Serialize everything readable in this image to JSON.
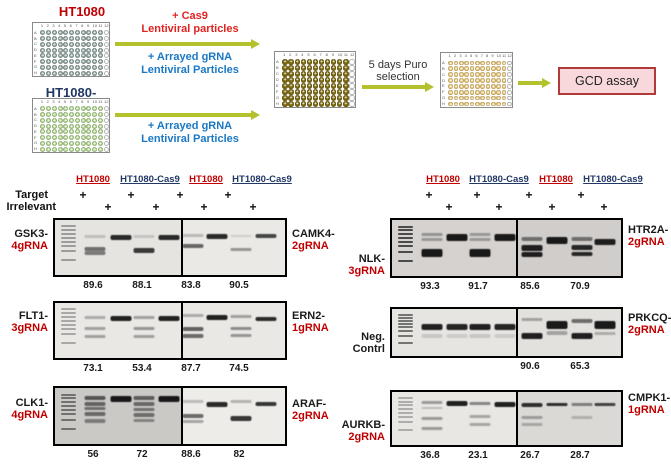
{
  "workflow": {
    "cell_line_1": "HT1080",
    "cell_line_2": "HT1080-Cas9",
    "cas9_text": [
      "+ Cas9",
      "Lentiviral particles"
    ],
    "grna_text_1": [
      "+ Arrayed gRNA",
      "Lentiviral Particles"
    ],
    "grna_text_2": [
      "+ Arrayed gRNA",
      "Lentiviral Particles"
    ],
    "selection_text": [
      "5 days Puro",
      "selection"
    ],
    "assay_label": "GCD assay",
    "plates": [
      {
        "name": "ht1080-plate",
        "well_color": "#91a5a0",
        "filled_cols": 11
      },
      {
        "name": "ht1080-cas9-plate",
        "well_color": "#b4d792",
        "filled_cols": 11
      },
      {
        "name": "transduced-plate",
        "well_color": "#7c6a12",
        "filled_cols": 11
      },
      {
        "name": "puro-selected-plate",
        "well_color": "#eccb7e",
        "filled_cols": 11
      }
    ],
    "colors": {
      "red_text": "#e02420",
      "blue_text": "#1a78c4",
      "arrow": "#b3c22c",
      "cell_line_1": "#c00000",
      "cell_line_2": "#203864",
      "assay_box_bg": "#f8d8da",
      "assay_box_border": "#b03a3a",
      "grna_red": "#c00000"
    }
  },
  "gels": {
    "column_headers": [
      {
        "label": "HT1080",
        "color": "#c00000"
      },
      {
        "label": "HT1080-Cas9",
        "color": "#203864"
      },
      {
        "label": "HT1080",
        "color": "#c00000"
      },
      {
        "label": "HT1080-Cas9",
        "color": "#203864"
      }
    ],
    "target_label": "Target",
    "irrelevant_label": "Irrelevant",
    "plus_mark": "+",
    "panels_left": [
      {
        "left_label": {
          "line1": "GSK3-",
          "line2": "4gRNA",
          "line2_red": true
        },
        "right_label": {
          "line1": "CAMK4-",
          "line2": "2gRNA",
          "line2_red": true
        },
        "values": [
          "89.6",
          "88.1",
          "83.8",
          "90.5"
        ],
        "bg": [
          "#e6e4e1",
          "#ebe9e6"
        ],
        "ladder_opacity": 0.38,
        "lanes": [
          [
            [
              0.28,
              3,
              0.18
            ],
            [
              0.5,
              4,
              0.55
            ],
            [
              0.57,
              4,
              0.5
            ]
          ],
          [
            [
              0.27,
              5,
              0.88
            ]
          ],
          [
            [
              0.28,
              3,
              0.15
            ],
            [
              0.52,
              5,
              0.8
            ]
          ],
          [
            [
              0.27,
              5,
              0.88
            ]
          ],
          [
            [
              0.26,
              3,
              0.22
            ],
            [
              0.45,
              4,
              0.6
            ]
          ],
          [
            [
              0.25,
              5,
              0.88
            ]
          ],
          [
            [
              0.28,
              2,
              0.12
            ],
            [
              0.52,
              3,
              0.38
            ]
          ],
          [
            [
              0.26,
              4,
              0.75
            ]
          ]
        ]
      },
      {
        "left_label": {
          "line1": "FLT1-",
          "line2": "3gRNA",
          "line2_red": true
        },
        "right_label": {
          "line1": "ERN2-",
          "line2": "1gRNA",
          "line2_red": true
        },
        "values": [
          "73.1",
          "53.4",
          "87.7",
          "74.5"
        ],
        "bg": [
          "#eae8e5",
          "#eae8e5"
        ],
        "ladder_opacity": 0.33,
        "lanes": [
          [
            [
              0.24,
              3,
              0.28
            ],
            [
              0.44,
              3,
              0.33
            ],
            [
              0.6,
              3,
              0.33
            ]
          ],
          [
            [
              0.24,
              5,
              0.92
            ]
          ],
          [
            [
              0.24,
              3,
              0.33
            ],
            [
              0.44,
              3,
              0.38
            ],
            [
              0.6,
              3,
              0.33
            ]
          ],
          [
            [
              0.24,
              5,
              0.92
            ]
          ],
          [
            [
              0.21,
              3,
              0.28
            ],
            [
              0.44,
              4,
              0.62
            ],
            [
              0.57,
              4,
              0.58
            ]
          ],
          [
            [
              0.23,
              5,
              0.92
            ]
          ],
          [
            [
              0.23,
              3,
              0.33
            ],
            [
              0.44,
              3,
              0.42
            ],
            [
              0.57,
              3,
              0.38
            ]
          ],
          [
            [
              0.25,
              4,
              0.88
            ]
          ]
        ]
      },
      {
        "left_label": {
          "line1": "CLK1-",
          "line2": "4gRNA",
          "line2_red": true
        },
        "right_label": {
          "line1": "ARAF-",
          "line2": "2gRNA",
          "line2_red": true
        },
        "values": [
          "56",
          "72",
          "88.6",
          "82"
        ],
        "bg": [
          "#cbc9c6",
          "#eeece9"
        ],
        "ladder_opacity": 0.55,
        "lanes": [
          [
            [
              0.15,
              4,
              0.62
            ],
            [
              0.26,
              4,
              0.55
            ],
            [
              0.35,
              3,
              0.5
            ],
            [
              0.44,
              4,
              0.52
            ],
            [
              0.56,
              4,
              0.42
            ]
          ],
          [
            [
              0.14,
              6,
              0.95
            ]
          ],
          [
            [
              0.15,
              4,
              0.58
            ],
            [
              0.26,
              4,
              0.52
            ],
            [
              0.36,
              3,
              0.48
            ],
            [
              0.46,
              4,
              0.5
            ],
            [
              0.57,
              3,
              0.38
            ]
          ],
          [
            [
              0.14,
              6,
              0.95
            ]
          ],
          [
            [
              0.22,
              3,
              0.22
            ],
            [
              0.48,
              4,
              0.58
            ],
            [
              0.58,
              3,
              0.32
            ]
          ],
          [
            [
              0.26,
              5,
              0.88
            ]
          ],
          [
            [
              0.22,
              3,
              0.26
            ],
            [
              0.5,
              5,
              0.82
            ]
          ],
          [
            [
              0.26,
              4,
              0.82
            ]
          ]
        ]
      }
    ],
    "panels_right": [
      {
        "left_label": {
          "line1": "NLK-",
          "line2": "3gRNA",
          "line2_red": true
        },
        "right_label": {
          "line1": "HTR2A-",
          "line2": "2gRNA",
          "line2_red": true
        },
        "values": [
          "93.3",
          "91.7",
          "85.6",
          "70.9"
        ],
        "bg": [
          "#d5d2cf",
          "#d0cdca"
        ],
        "ladder_opacity": 0.8,
        "lanes": [
          [
            [
              0.24,
              3,
              0.32
            ],
            [
              0.33,
              3,
              0.3
            ],
            [
              0.52,
              8,
              0.95
            ]
          ],
          [
            [
              0.26,
              7,
              0.95
            ]
          ],
          [
            [
              0.24,
              3,
              0.3
            ],
            [
              0.33,
              3,
              0.3
            ],
            [
              0.52,
              8,
              0.95
            ]
          ],
          [
            [
              0.26,
              7,
              0.95
            ]
          ],
          [
            [
              0.3,
              4,
              0.5
            ],
            [
              0.46,
              6,
              0.92
            ],
            [
              0.58,
              5,
              0.92
            ]
          ],
          [
            [
              0.31,
              7,
              0.95
            ]
          ],
          [
            [
              0.3,
              4,
              0.5
            ],
            [
              0.46,
              5,
              0.88
            ],
            [
              0.58,
              4,
              0.88
            ]
          ],
          [
            [
              0.34,
              6,
              0.92
            ]
          ]
        ]
      },
      {
        "left_label": {
          "line1": "Neg.",
          "line2": "Contrl",
          "line2_red": false
        },
        "right_label": {
          "line1": "PRKCQ-",
          "line2": "2gRNA",
          "line2_red": true
        },
        "values": [
          "",
          "",
          "90.6",
          "65.3"
        ],
        "bg": [
          "#e7e5e2",
          "#e3e1de"
        ],
        "ladder_opacity": 0.6,
        "lanes": [
          [
            [
              0.32,
              6,
              0.92
            ],
            [
              0.55,
              4,
              0.14
            ]
          ],
          [
            [
              0.32,
              6,
              0.9
            ],
            [
              0.55,
              4,
              0.12
            ]
          ],
          [
            [
              0.32,
              6,
              0.92
            ],
            [
              0.55,
              4,
              0.14
            ]
          ],
          [
            [
              0.32,
              6,
              0.9
            ],
            [
              0.55,
              4,
              0.12
            ]
          ],
          [
            [
              0.2,
              3,
              0.3
            ],
            [
              0.52,
              6,
              0.92
            ]
          ],
          [
            [
              0.26,
              8,
              0.95
            ],
            [
              0.48,
              4,
              0.3
            ]
          ],
          [
            [
              0.22,
              4,
              0.55
            ],
            [
              0.52,
              6,
              0.92
            ]
          ],
          [
            [
              0.26,
              8,
              0.95
            ],
            [
              0.5,
              3,
              0.25
            ]
          ]
        ]
      },
      {
        "left_label": {
          "line1": "AURKB-",
          "line2": "2gRNA",
          "line2_red": true
        },
        "right_label": {
          "line1": "CMPK1-",
          "line2": "1gRNA",
          "line2_red": true
        },
        "values": [
          "36.8",
          "23.1",
          "26.7",
          "28.7"
        ],
        "bg": [
          "#e9e7e4",
          "#dbd9d6"
        ],
        "ladder_opacity": 0.3,
        "lanes": [
          [
            [
              0.18,
              3,
              0.35
            ],
            [
              0.28,
              2,
              0.2
            ],
            [
              0.48,
              3,
              0.35
            ],
            [
              0.68,
              3,
              0.35
            ]
          ],
          [
            [
              0.17,
              5,
              0.92
            ]
          ],
          [
            [
              0.19,
              3,
              0.45
            ],
            [
              0.44,
              3,
              0.3
            ],
            [
              0.6,
              3,
              0.3
            ]
          ],
          [
            [
              0.19,
              5,
              0.92
            ]
          ],
          [
            [
              0.21,
              4,
              0.85
            ],
            [
              0.46,
              3,
              0.3
            ],
            [
              0.6,
              3,
              0.25
            ]
          ],
          [
            [
              0.21,
              3,
              0.85
            ]
          ],
          [
            [
              0.21,
              3,
              0.45
            ],
            [
              0.46,
              3,
              0.2
            ]
          ],
          [
            [
              0.22,
              3,
              0.75
            ]
          ]
        ]
      }
    ]
  }
}
